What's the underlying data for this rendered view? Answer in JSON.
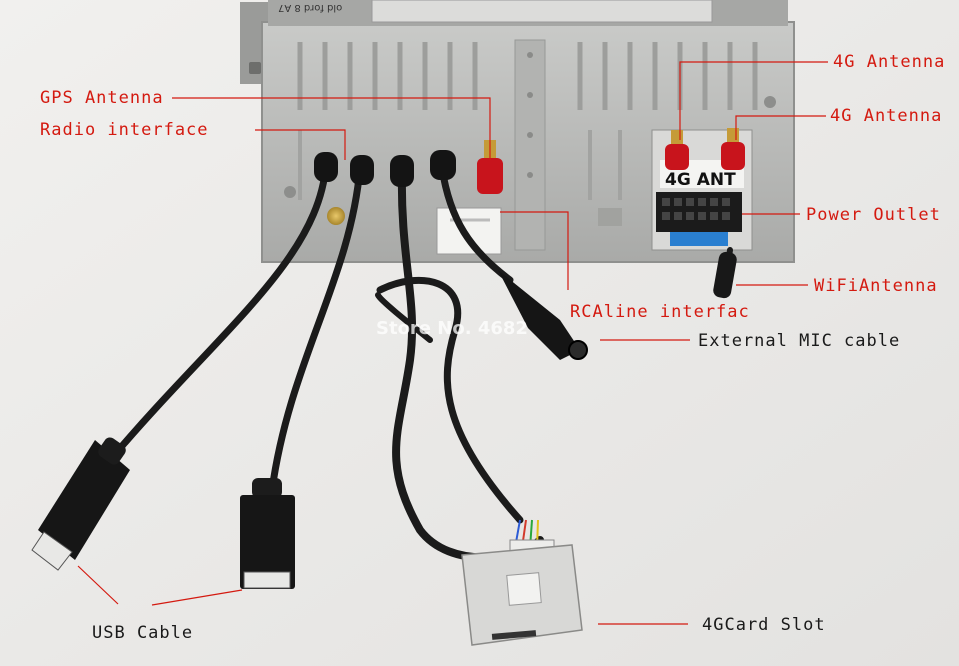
{
  "labels": {
    "gps_antenna": "GPS Antenna",
    "radio_interface": "Radio interface",
    "antenna_4g_top": "4G Antenna",
    "antenna_4g_second": "4G Antenna",
    "power_outlet": "Power Outlet",
    "wifi_antenna": "WiFiAntenna",
    "rca_line": "RCAline interfac",
    "external_mic": "External MIC cable",
    "usb_cable": "USB Cable",
    "card_slot_4g": "4GCard Slot"
  },
  "device": {
    "sticker_text": "old ford 8 A7",
    "antenna_panel_text": "4G ANT"
  },
  "watermark": "Store No. 4682",
  "colors": {
    "label": "#d41a10",
    "label_dark": "#1a1a1a",
    "metal": "#b9bab8",
    "cable": "#1b1b1b",
    "sma_red": "#c8141c",
    "background": "#ecebe9"
  }
}
